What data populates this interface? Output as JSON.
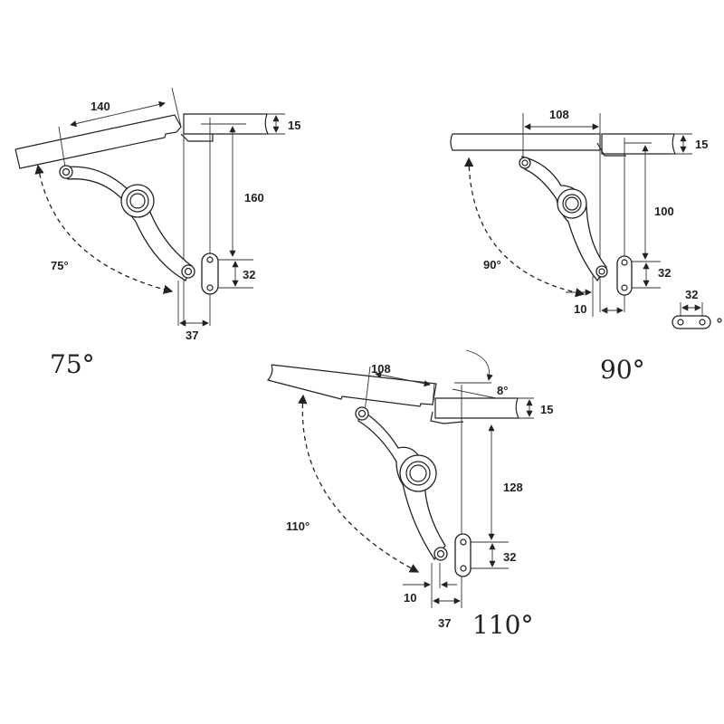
{
  "diagrams": [
    {
      "name": "75-degree",
      "angle_label": "75°",
      "title": "75°",
      "dims": {
        "door_offset": "140",
        "panel_thickness": "15",
        "height": "160",
        "hole_spacing": "32",
        "width": "37"
      }
    },
    {
      "name": "90-degree",
      "angle_label": "90°",
      "title": "90°",
      "dims": {
        "door_offset": "108",
        "panel_thickness": "15",
        "height": "100",
        "hole_spacing": "32",
        "offset": "10",
        "plate_hole_spacing": "32"
      }
    },
    {
      "name": "110-degree",
      "angle_label": "110°",
      "title": "110°",
      "dims": {
        "door_offset": "108",
        "panel_thickness": "15",
        "height": "128",
        "hole_spacing": "32",
        "offset": "10",
        "width": "37",
        "tilt": "8°"
      }
    }
  ],
  "colors": {
    "line": "#222222",
    "background": "#ffffff"
  }
}
